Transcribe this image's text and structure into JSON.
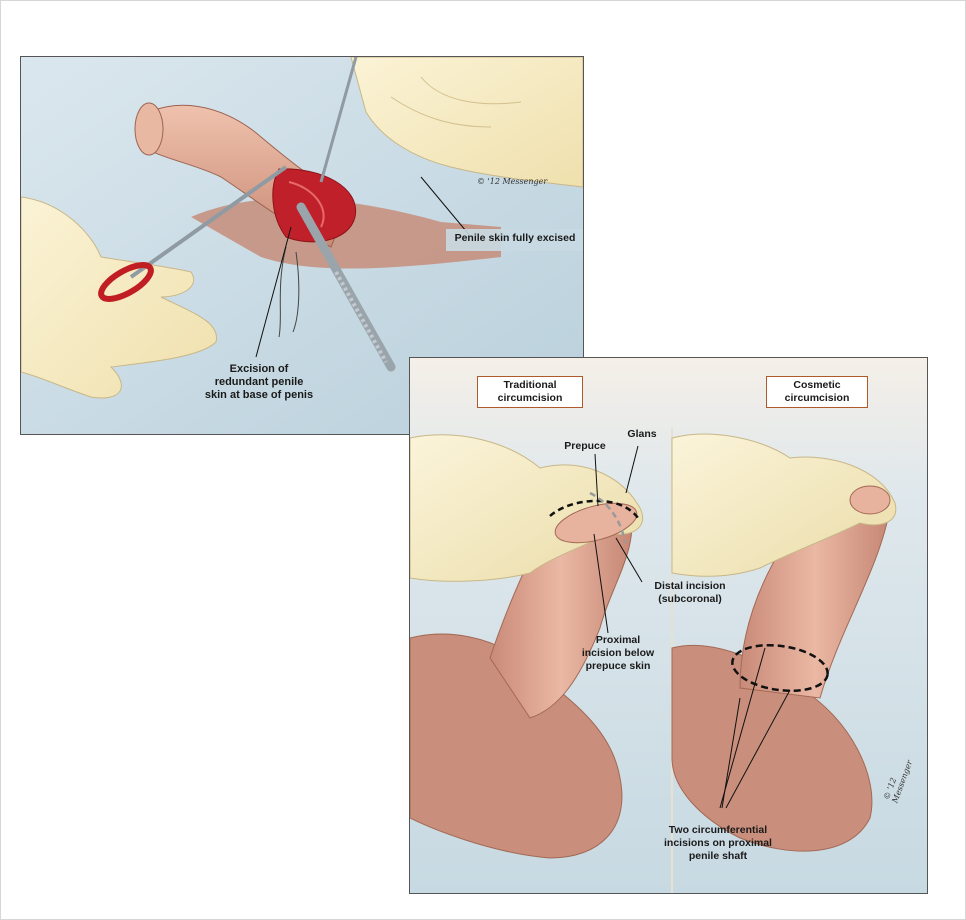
{
  "top_panel": {
    "label_excised": "Penile skin fully excised",
    "label_excision": "Excision of\nredundant penile\nskin at base of penis",
    "signature": "© '12 Messenger"
  },
  "bottom_panel": {
    "traditional_title": "Traditional\ncircumcision",
    "cosmetic_title": "Cosmetic\ncircumcision",
    "label_prepuce": "Prepuce",
    "label_glans": "Glans",
    "label_distal": "Distal incision\n(subcoronal)",
    "label_proximal": "Proximal\nincision below\nprepuce skin",
    "label_two_incisions": "Two circumferential\nincisions on proximal\npenile shaft",
    "signature": "© '12 Messenger"
  }
}
